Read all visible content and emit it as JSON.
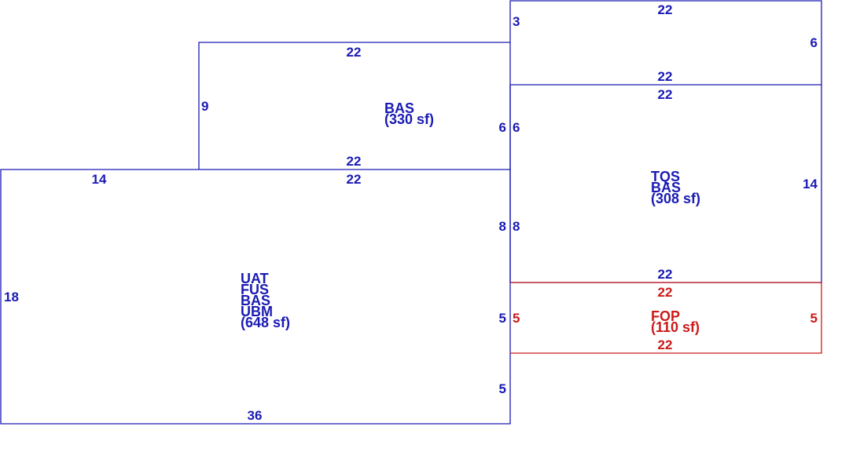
{
  "colors": {
    "main": "#1a1ab4",
    "porch": "#cc1a1a"
  },
  "areas": {
    "main_floor": {
      "codes": [
        "UAT",
        "FUS",
        "BAS",
        "UBM"
      ],
      "area": "(648 sf)"
    },
    "addition_a": {
      "codes": [
        "BAS"
      ],
      "area": "(330 sf)"
    },
    "addition_b": {
      "codes": [
        "TQS",
        "BAS"
      ],
      "area": "(308 sf)"
    },
    "porch": {
      "codes": [
        "FOP"
      ],
      "area": "(110 sf)"
    }
  },
  "dimensions": {
    "main_top_left": "14",
    "main_top_right": "22",
    "main_left": "18",
    "main_bottom": "36",
    "main_right_a": "8",
    "main_right_b": "5",
    "main_right_c": "5",
    "addition_a_top": "22",
    "addition_a_left": "9",
    "addition_a_bottom": "22",
    "addition_a_right": "6",
    "addition_b_top": "22",
    "addition_b_left_upper": "6",
    "addition_b_left_lower": "8",
    "addition_b_right": "14",
    "addition_b_bottom": "22",
    "top_strip_top": "22",
    "top_strip_left": "3",
    "top_strip_right": "6",
    "top_strip_bottom": "22",
    "porch_top": "22",
    "porch_left": "5",
    "porch_right": "5",
    "porch_bottom": "22"
  }
}
